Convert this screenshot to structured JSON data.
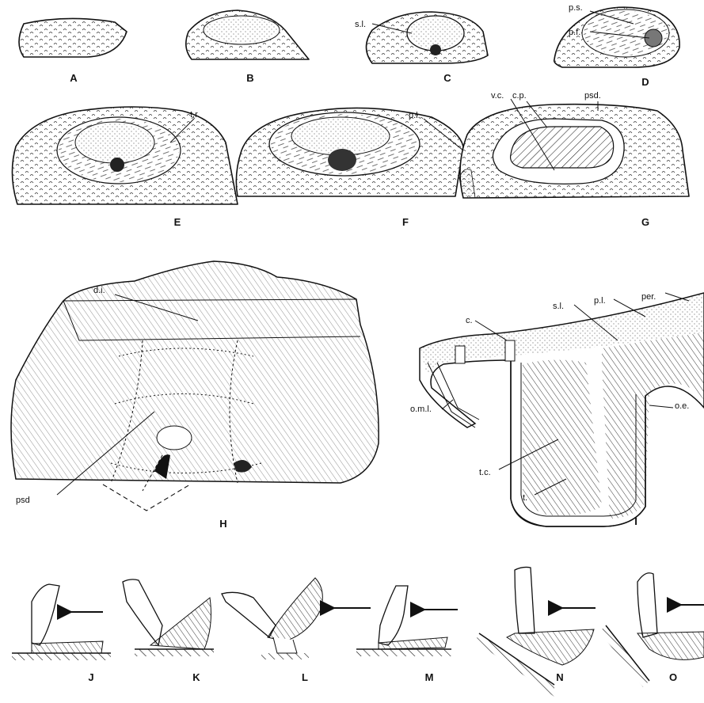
{
  "figure": {
    "panel_labels": [
      "A",
      "B",
      "C",
      "D",
      "E",
      "F",
      "G",
      "H",
      "I",
      "J",
      "K",
      "L",
      "M",
      "N",
      "O"
    ],
    "abbreviations": {
      "C": [
        "s.l."
      ],
      "D": [
        "p.s.",
        "p.f."
      ],
      "E": [
        "t.r."
      ],
      "F": [
        "p.l."
      ],
      "G": [
        "v.c.",
        "c.p.",
        "psd."
      ],
      "H": [
        "d.i.",
        "psd"
      ],
      "I": [
        "p.l.",
        "per.",
        "s.l.",
        "c.",
        "o.m.l.",
        "o.e.",
        "t.c.",
        "t."
      ]
    }
  }
}
